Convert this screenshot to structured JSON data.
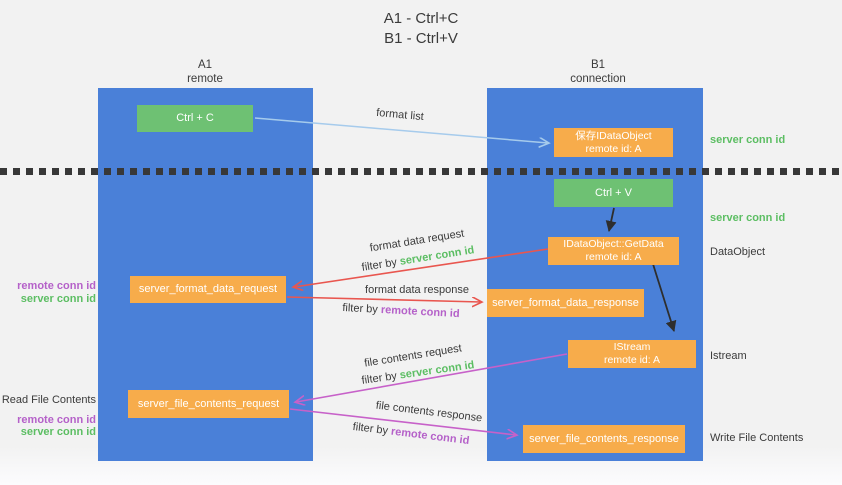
{
  "title": {
    "line1": "A1 - Ctrl+C",
    "line2": "B1 - Ctrl+V"
  },
  "columns": {
    "left": {
      "id": "A1",
      "role": "remote"
    },
    "right": {
      "id": "B1",
      "role": "connection"
    }
  },
  "boxes": {
    "ctrl_c": "Ctrl + C",
    "save_idataobject": {
      "line1": "保存IDataObject",
      "line2": "remote id: A"
    },
    "ctrl_v": "Ctrl + V",
    "getdata": {
      "line1": "IDataObject::GetData",
      "line2": "remote id: A"
    },
    "format_request": "server_format_data_request",
    "format_response": "server_format_data_response",
    "istream": {
      "line1": "IStream",
      "line2": "remote id: A"
    },
    "file_request": "server_file_contents_request",
    "file_response": "server_file_contents_response"
  },
  "annotations": {
    "server_conn_id_top": "server conn id",
    "server_conn_id_mid": "server conn id",
    "dataobject": "DataObject",
    "istream": "Istream",
    "write_file_contents": "Write File Contents",
    "remote_conn_id_fmt": "remote conn id",
    "server_conn_id_fmt": "server conn id",
    "read_file_contents": "Read File Contents",
    "remote_conn_id_file": "remote conn id",
    "server_conn_id_file": "server conn id"
  },
  "arrow_labels": {
    "format_list": "format list",
    "format_data_request": "format data request",
    "format_data_response": "format data response",
    "file_contents_request": "file contents request",
    "file_contents_response": "file contents response",
    "filter_prefix": "filter by ",
    "server_conn_id": "server conn id",
    "remote_conn_id": "remote conn id"
  },
  "colors": {
    "column_blue": "#4A80D8",
    "action_green": "#6EC173",
    "message_orange": "#F7AC4B",
    "request_red": "#E9564F",
    "response_magenta": "#C761C9",
    "format_list_blue": "#A6CBEC",
    "server_conn_id_green": "#5CBE63",
    "remote_conn_id_purple": "#B561C9",
    "text_dark": "#3B3B3B"
  }
}
